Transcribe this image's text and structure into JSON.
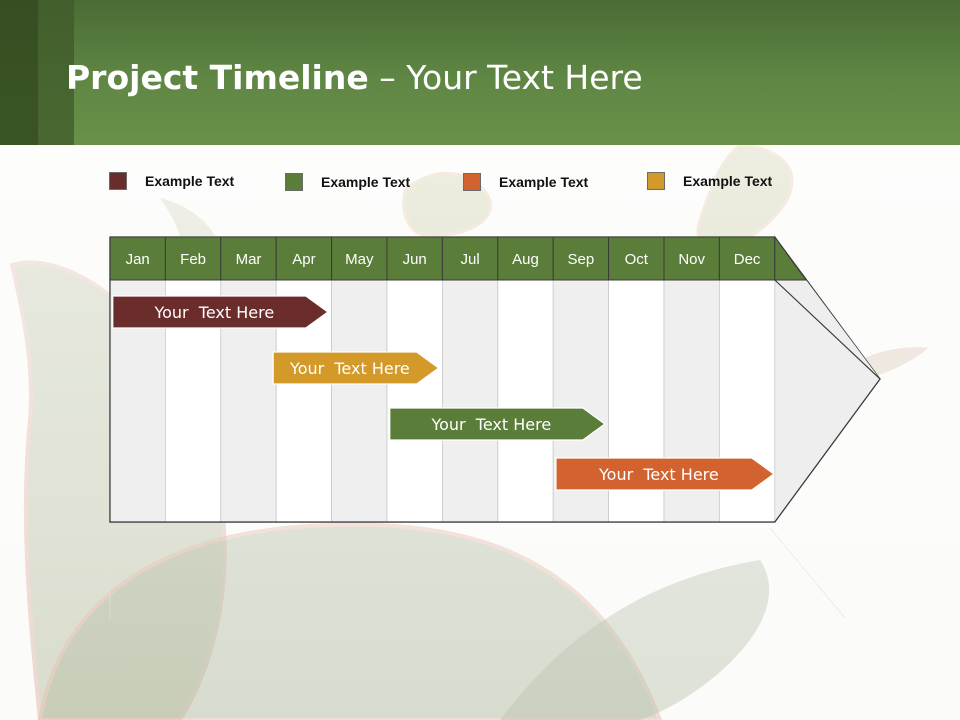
{
  "slide": {
    "title_bold": "Project Timeline",
    "title_rest": " – Your Text Here"
  },
  "legend": [
    {
      "label": "Example Text",
      "color": "#6b2c2c"
    },
    {
      "label": "Example Text",
      "color": "#5a7d3a"
    },
    {
      "label": "Example Text",
      "color": "#d2622f"
    },
    {
      "label": "Example Text",
      "color": "#d39a2a"
    }
  ],
  "timeline": {
    "header_color": "#5a7d3a",
    "months": [
      "Jan",
      "Feb",
      "Mar",
      "Apr",
      "May",
      "Jun",
      "Jul",
      "Aug",
      "Sep",
      "Oct",
      "Nov",
      "Dec"
    ],
    "tasks": [
      {
        "label": "Your  Text Here",
        "start_month": 0.05,
        "end_month": 3.95,
        "color": "#6b2c2c"
      },
      {
        "label": "Your  Text Here",
        "start_month": 3.0,
        "end_month": 5.95,
        "color": "#d39a2a"
      },
      {
        "label": "Your  Text Here",
        "start_month": 5.05,
        "end_month": 8.95,
        "color": "#5a7d3a"
      },
      {
        "label": "Your  Text Here",
        "start_month": 8.05,
        "end_month": 12.0,
        "color": "#d2622f"
      }
    ]
  }
}
